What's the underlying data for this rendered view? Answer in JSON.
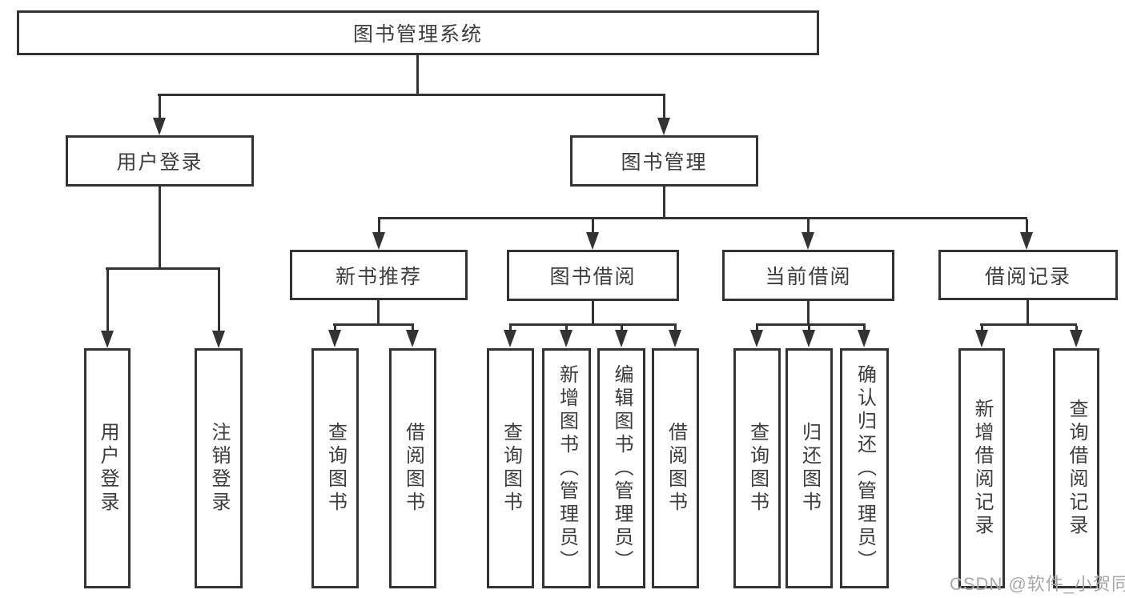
{
  "tree": {
    "label": "图书管理系统",
    "children": [
      {
        "label": "用户登录",
        "children": [
          {
            "label": "用户登录"
          },
          {
            "label": "注销登录"
          }
        ]
      },
      {
        "label": "图书管理",
        "children": [
          {
            "label": "新书推荐",
            "children": [
              {
                "label": "查询图书"
              },
              {
                "label": "借阅图书"
              }
            ]
          },
          {
            "label": "图书借阅",
            "children": [
              {
                "label": "查询图书"
              },
              {
                "label": "新增图书（管理员）"
              },
              {
                "label": "编辑图书（管理员）"
              },
              {
                "label": "借阅图书"
              }
            ]
          },
          {
            "label": "当前借阅",
            "children": [
              {
                "label": "查询图书"
              },
              {
                "label": "归还图书"
              },
              {
                "label": "确认归还（管理员）"
              }
            ]
          },
          {
            "label": "借阅记录",
            "children": [
              {
                "label": "新增借阅记录"
              },
              {
                "label": "查询借阅记录"
              }
            ]
          }
        ]
      }
    ]
  },
  "watermark": {
    "text": "CSDN @软件_小贺同学"
  },
  "colors": {
    "line": "#333333",
    "box_border": "#333333",
    "text": "#3d3d3d",
    "watermark": "#a8a8a8",
    "background": "#ffffff"
  }
}
